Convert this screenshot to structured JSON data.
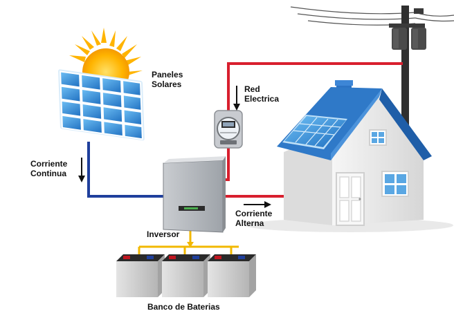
{
  "labels": {
    "paneles_l1": "Paneles",
    "paneles_l2": "Solares",
    "red_l1": "Red",
    "red_l2": "Electrica",
    "dc_l1": "Corriente",
    "dc_l2": "Continua",
    "ac_l1": "Corriente",
    "ac_l2": "Alterna",
    "inversor": "Inversor",
    "baterias": "Banco de Baterias"
  },
  "colors": {
    "dc_line": "#1f3f9c",
    "grid_line": "#d81f2e",
    "battery_line": "#f2b800",
    "panel_blue": "#2f8fd8",
    "roof_blue": "#2f79c8",
    "house_wall": "#f1f1f1",
    "sun_yellow": "#ffc21a"
  },
  "icons": [
    "sun-icon",
    "solar-panel-icon",
    "utility-pole-icon",
    "electric-meter-icon",
    "inverter-icon",
    "battery-icon",
    "house-icon",
    "arrow-down-icon",
    "arrow-right-icon"
  ]
}
